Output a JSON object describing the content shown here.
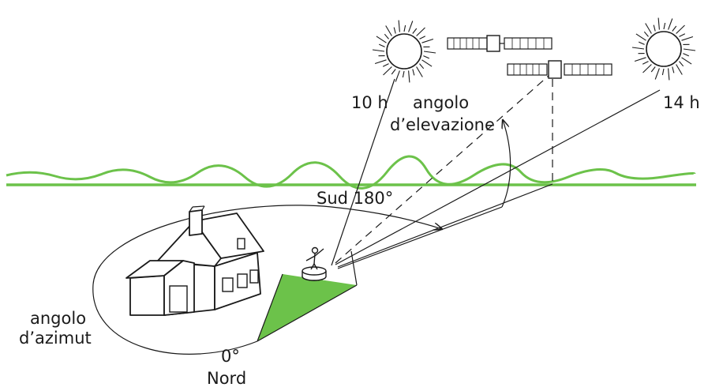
{
  "labels": {
    "time_left": "10 h",
    "time_right": "14 h",
    "elevation_line1": "angolo",
    "elevation_line2": "d’elevazione",
    "south": "Sud 180°",
    "azimuth_line1": "angolo",
    "azimuth_line2": "d’azimut",
    "zero": "0°",
    "north": "Nord"
  },
  "colors": {
    "accent_green": "#6cc24a",
    "ink": "#1a1a1a"
  },
  "icons": [
    "sun-icon",
    "satellite-icon",
    "house-icon",
    "person-icon",
    "solar-panel-icon"
  ]
}
